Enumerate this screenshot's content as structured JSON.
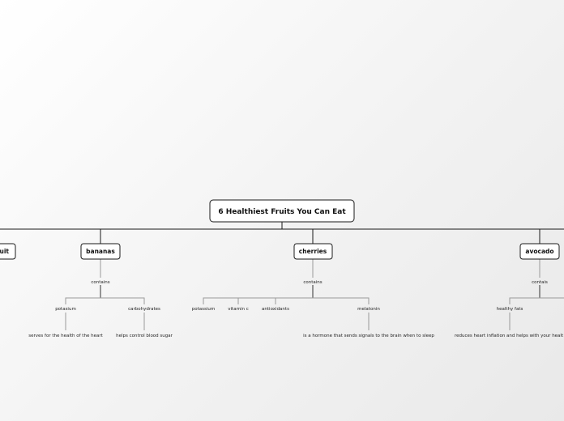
{
  "title": "6 Healthiest Fruits You Can Eat",
  "branches": {
    "left_partial": "uit",
    "bananas": {
      "label": "bananas",
      "link": "contains",
      "items": [
        {
          "label": "potasium",
          "detail": "serves for the health of the heart"
        },
        {
          "label": "carbohydrates",
          "detail": "helps control blood sugar"
        }
      ]
    },
    "cherries": {
      "label": "cherries",
      "link": "contains",
      "items": [
        {
          "label": "potassium"
        },
        {
          "label": "vitamin c"
        },
        {
          "label": "antioxidants"
        },
        {
          "label": "melatonin",
          "detail": "is a hormone that sends signals to the brain when to sleep"
        }
      ]
    },
    "avocado": {
      "label": "avocado",
      "link": "contais",
      "items": [
        {
          "label": "healthy fats",
          "detail": "reduces heart inflation and helps with your healt"
        }
      ]
    }
  }
}
